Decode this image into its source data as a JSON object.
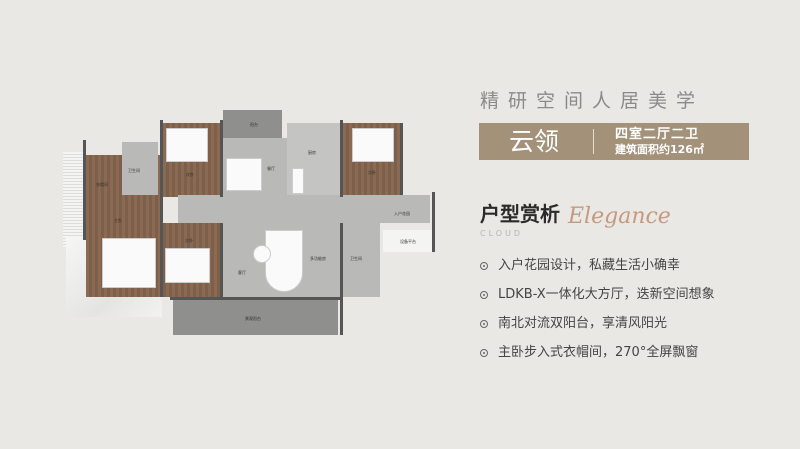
{
  "slogan": "精研空间人居美学",
  "unit": {
    "name": "云领",
    "layout": "四室二厅二卫",
    "area": "建筑面积约126㎡"
  },
  "section": {
    "title": "户型赏析",
    "cloud": "CLOUD",
    "script": "Elegance"
  },
  "features": [
    "入户花园设计，私藏生活小确幸",
    "LDKB-X一体化大方厅，迭新空间想象",
    "南北对流双阳台，享清风阳光",
    "主卧步入式衣帽间，270°全屏飘窗"
  ],
  "colors": {
    "background": "#e9e8e5",
    "band": "#a3917a",
    "wood_floor": "#8a6a52",
    "tile_floor": "#b9b9b7",
    "wall": "#555555"
  },
  "plan": {
    "rooms": [
      "衣帽间",
      "主卧",
      "卫生间",
      "次卧",
      "阳台",
      "餐厅",
      "厨房",
      "次卧",
      "入户花园",
      "客厅",
      "多功能房",
      "卫生间",
      "设备平台",
      "景观阳台",
      "次卧"
    ]
  }
}
